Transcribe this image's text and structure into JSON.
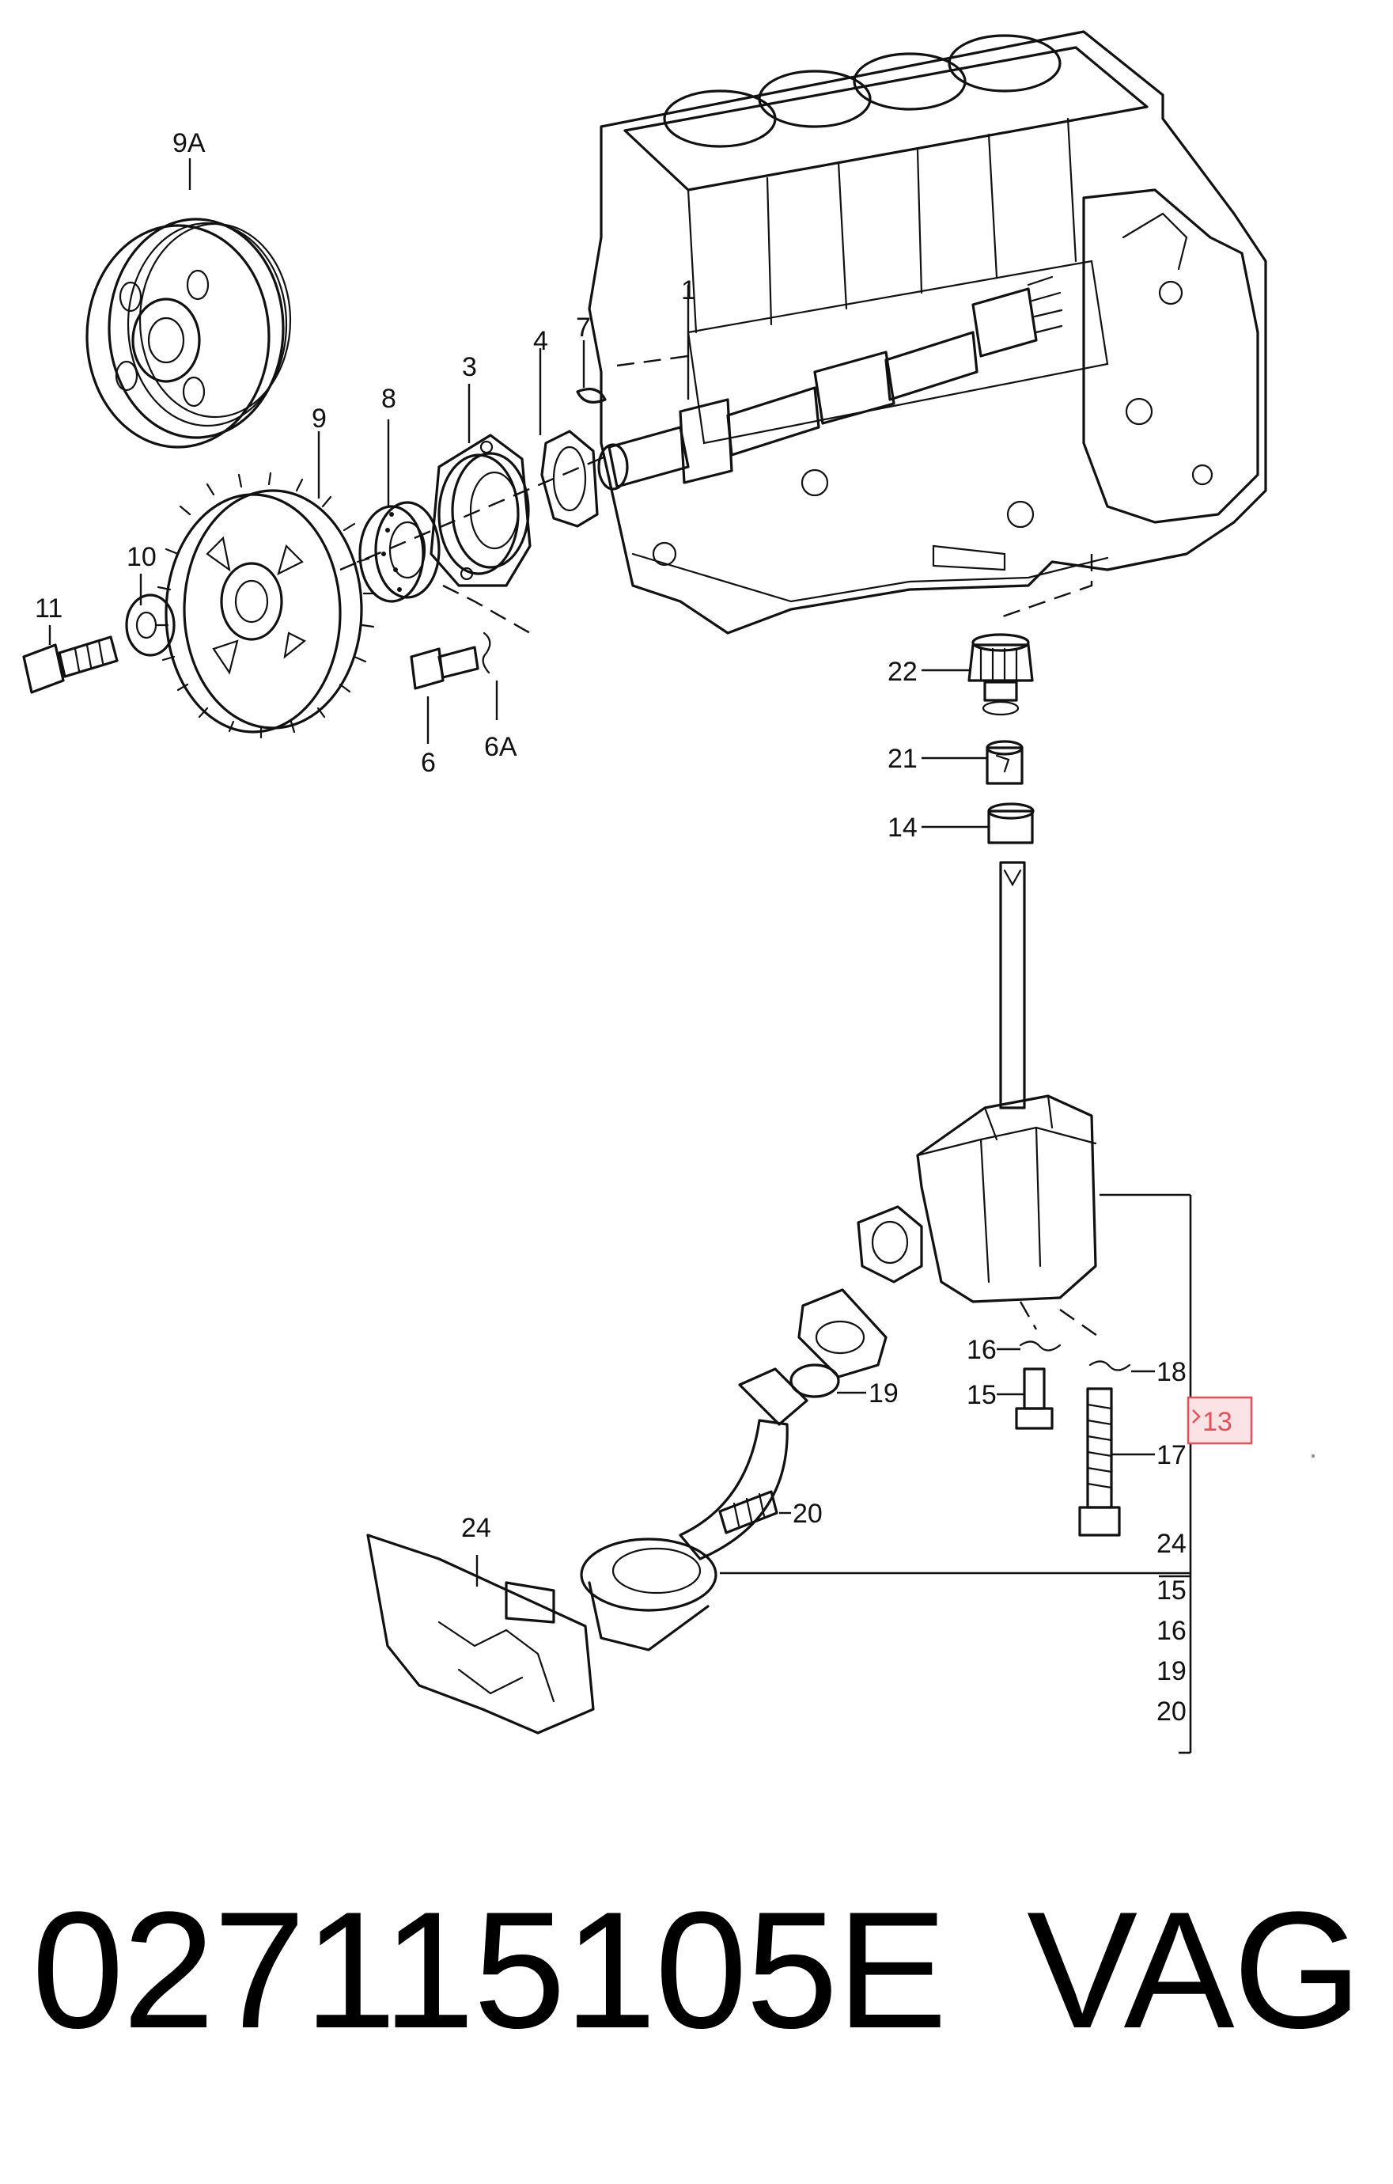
{
  "highlight_color": "#e0535b",
  "highlight_fill": "#fbe2e4",
  "callouts": {
    "c9a": "9A",
    "c9": "9",
    "c8": "8",
    "c3": "3",
    "c4": "4",
    "c7": "7",
    "c1": "1",
    "c10": "10",
    "c11": "11",
    "c6": "6",
    "c6a": "6A",
    "c22": "22",
    "c21": "21",
    "c14": "14",
    "c16": "16",
    "c18": "18",
    "c15": "15",
    "c19": "19",
    "c13": "13",
    "c17": "17",
    "c20": "20",
    "c24": "24"
  },
  "kit_list": [
    "24",
    "15",
    "16",
    "19",
    "20"
  ],
  "footer": {
    "part_number": "027115105E",
    "brand": "VAG"
  }
}
